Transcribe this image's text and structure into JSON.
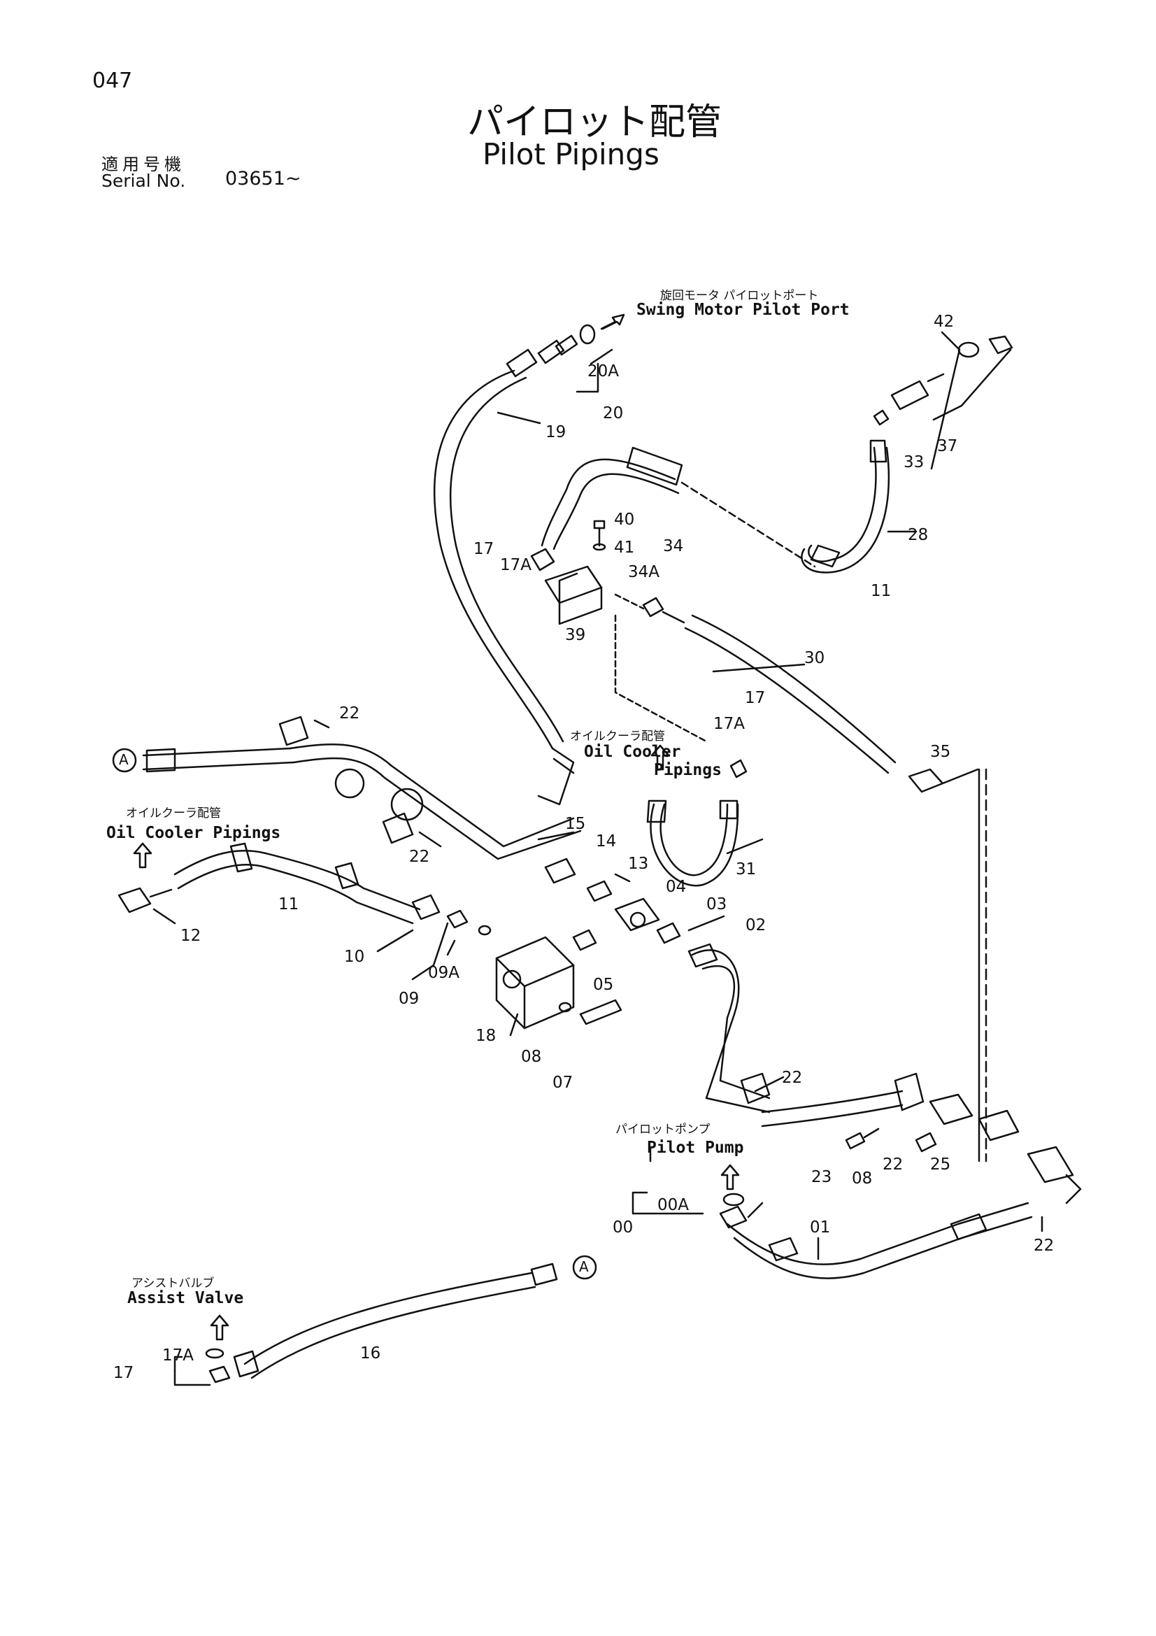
{
  "header": {
    "page_number": "047",
    "title_jp": "パイロット配管",
    "title_en": "Pilot Pipings",
    "serial_label_jp": "適用号機",
    "serial_label_en": "Serial No.",
    "serial_value": "03651~"
  },
  "destinations": {
    "swing_motor_jp": "旋回モータ パイロットポート",
    "swing_motor_en": "Swing Motor Pilot Port",
    "oil_cooler_1_jp": "オイルクーラ配管",
    "oil_cooler_1_en_1": "Oil Cooler",
    "oil_cooler_1_en_2": "Pipings",
    "oil_cooler_2_jp": "オイルクーラ配管",
    "oil_cooler_2_en": "Oil Cooler Pipings",
    "pilot_pump_jp": "パイロットポンプ",
    "pilot_pump_en": "Pilot Pump",
    "assist_valve_jp": "アシストバルブ",
    "assist_valve_en": "Assist Valve"
  },
  "callouts": {
    "c42": "42",
    "c37": "37",
    "c33": "33",
    "c28": "28",
    "c11a": "11",
    "c20a": "20A",
    "c20": "20",
    "c19": "19",
    "c40": "40",
    "c41": "41",
    "c34": "34",
    "c34a": "34A",
    "c17a_top": "17",
    "c17a_top_a": "17A",
    "c39": "39",
    "c30": "30",
    "c35": "35",
    "c17b": "17",
    "c17b_a": "17A",
    "c22a": "22",
    "c22b": "22",
    "c15": "15",
    "c14": "14",
    "c13": "13",
    "c04": "04",
    "c03": "03",
    "c02": "02",
    "c31": "31",
    "c11b": "11",
    "c12": "12",
    "c10": "10",
    "c09a": "09A",
    "c09": "09",
    "c05": "05",
    "c18": "18",
    "c08a": "08",
    "c07": "07",
    "c22c": "22",
    "c23": "23",
    "c08b": "08",
    "c22d": "22",
    "c25": "25",
    "c00a": "00A",
    "c00": "00",
    "c01": "01",
    "c22e": "22",
    "c16": "16",
    "c17c": "17",
    "c17c_a": "17A",
    "ref_a1": "A",
    "ref_a2": "A"
  }
}
